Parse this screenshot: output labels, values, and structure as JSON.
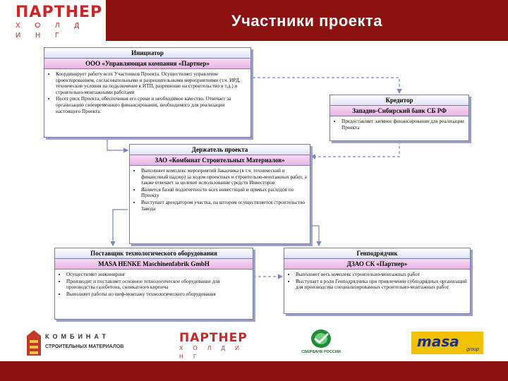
{
  "header": {
    "title": "Участники проекта",
    "logo_word": "ПАРТНЕР",
    "logo_sub": "Х О Л Д И Н Г"
  },
  "boxes": {
    "initiator": {
      "role": "Инициатор",
      "org": "ООО «Управляющая компания «Партнер»",
      "bullets": [
        "Координирует работу всех Участников Проекта. Осуществляет управление проектированием, согласовательными и разрешительными мероприятиями (т.ч. ИРД, технические условия на подключение к ИТП, разрешение на строительство и т.д.) и строительно-монтажными работами",
        "Несет риск Проекта, обеспечивая его сроки и необходимое качество. Отвечает за организацию своевременного финансирования, необходимого для реализации настоящего Проекта."
      ]
    },
    "creditor": {
      "role": "Кредитор",
      "org": "Западно-Сибирский банк СБ РФ",
      "bullets": [
        "Предоставляет заемное финансирование для реализации Проекта"
      ]
    },
    "holder": {
      "role": "Держатель проекта",
      "org": "ЗАО «Комбинат Строительных Материалов»",
      "bullets": [
        "Выполняет комплекс мероприятий Заказчика (в т.ч. технический и финансовый надзор) за ходом проектных и строительно-монтажных работ, а также отвечает за целевое использование средств Инвесторов",
        "Является базой подотчетности всех инвестиций и прямых расходов по Проекту",
        "Выступает арендатором участка, на котором осуществляется строительство Завода"
      ]
    },
    "supplier": {
      "role": "Поставщик технологического оборудования",
      "org": "MASA HENKE Maschinenfabrik GmbH",
      "bullets": [
        "Осуществляет инжиниринг",
        "Производит и поставляет основное технологическое оборудование для производства газобетона, силикатного кирпича",
        "Выполняет работы по шеф-монтажу технологического оборудования"
      ]
    },
    "contractor": {
      "role": "Генподрядчик",
      "org": "ДЗАО СК «Партнер»",
      "bullets": [
        "Выполняет весь комплекс строительно-монтажных работ",
        "Выступает в роли Генподрядчика при привлечении субподрядных организаций для производства специализированных строительно-монтажных работ"
      ]
    }
  },
  "footer_logos": {
    "ksm_word1": "КОМБИНАТ",
    "ksm_word2": "СТРОИТЕЛЬНЫХ МАТЕРИАЛОВ",
    "partner_word": "ПАРТНЕР",
    "partner_sub": "Х О Л Д И Н Г",
    "bank_text": "СБЕРБАНК РОССИИ",
    "masa_text": "masa",
    "masa_sub": "group"
  },
  "colors": {
    "brand_red": "#8c1111",
    "box_border": "#7a7aa8",
    "org_fill": "#e9b6e5",
    "connector": "#7a86c8"
  }
}
